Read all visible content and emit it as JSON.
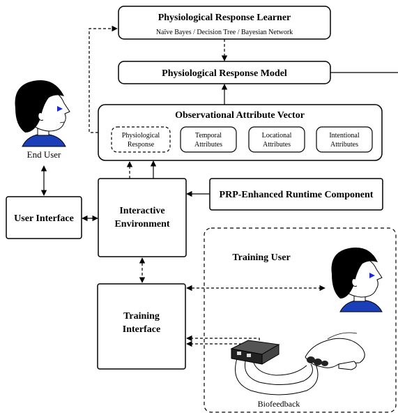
{
  "learner": {
    "title": "Physiological Response Learner",
    "subtitle": "Naïve Bayes / Decision Tree / Bayesian Network"
  },
  "model": {
    "title": "Physiological Response Model"
  },
  "vector": {
    "title": "Observational Attribute Vector",
    "attributes": [
      {
        "line1": "Physiological",
        "line2": "Response"
      },
      {
        "line1": "Temporal",
        "line2": "Attributes"
      },
      {
        "line1": "Locational",
        "line2": "Attributes"
      },
      {
        "line1": "Intentional",
        "line2": "Attributes"
      }
    ]
  },
  "end_user": {
    "label": "End User"
  },
  "user_interface": {
    "label": "User Interface"
  },
  "interactive_env": {
    "line1": "Interactive",
    "line2": "Environment"
  },
  "runtime": {
    "label": "PRP-Enhanced Runtime Component"
  },
  "training_user": {
    "label": "Training User"
  },
  "training_interface": {
    "line1": "Training",
    "line2": "Interface"
  },
  "biofeedback": {
    "label": "Biofeedback"
  },
  "colors": {
    "stroke": "#000000",
    "hair": "#000000",
    "shirt": "#1a3fb8",
    "eye": "#1a2bd6"
  }
}
